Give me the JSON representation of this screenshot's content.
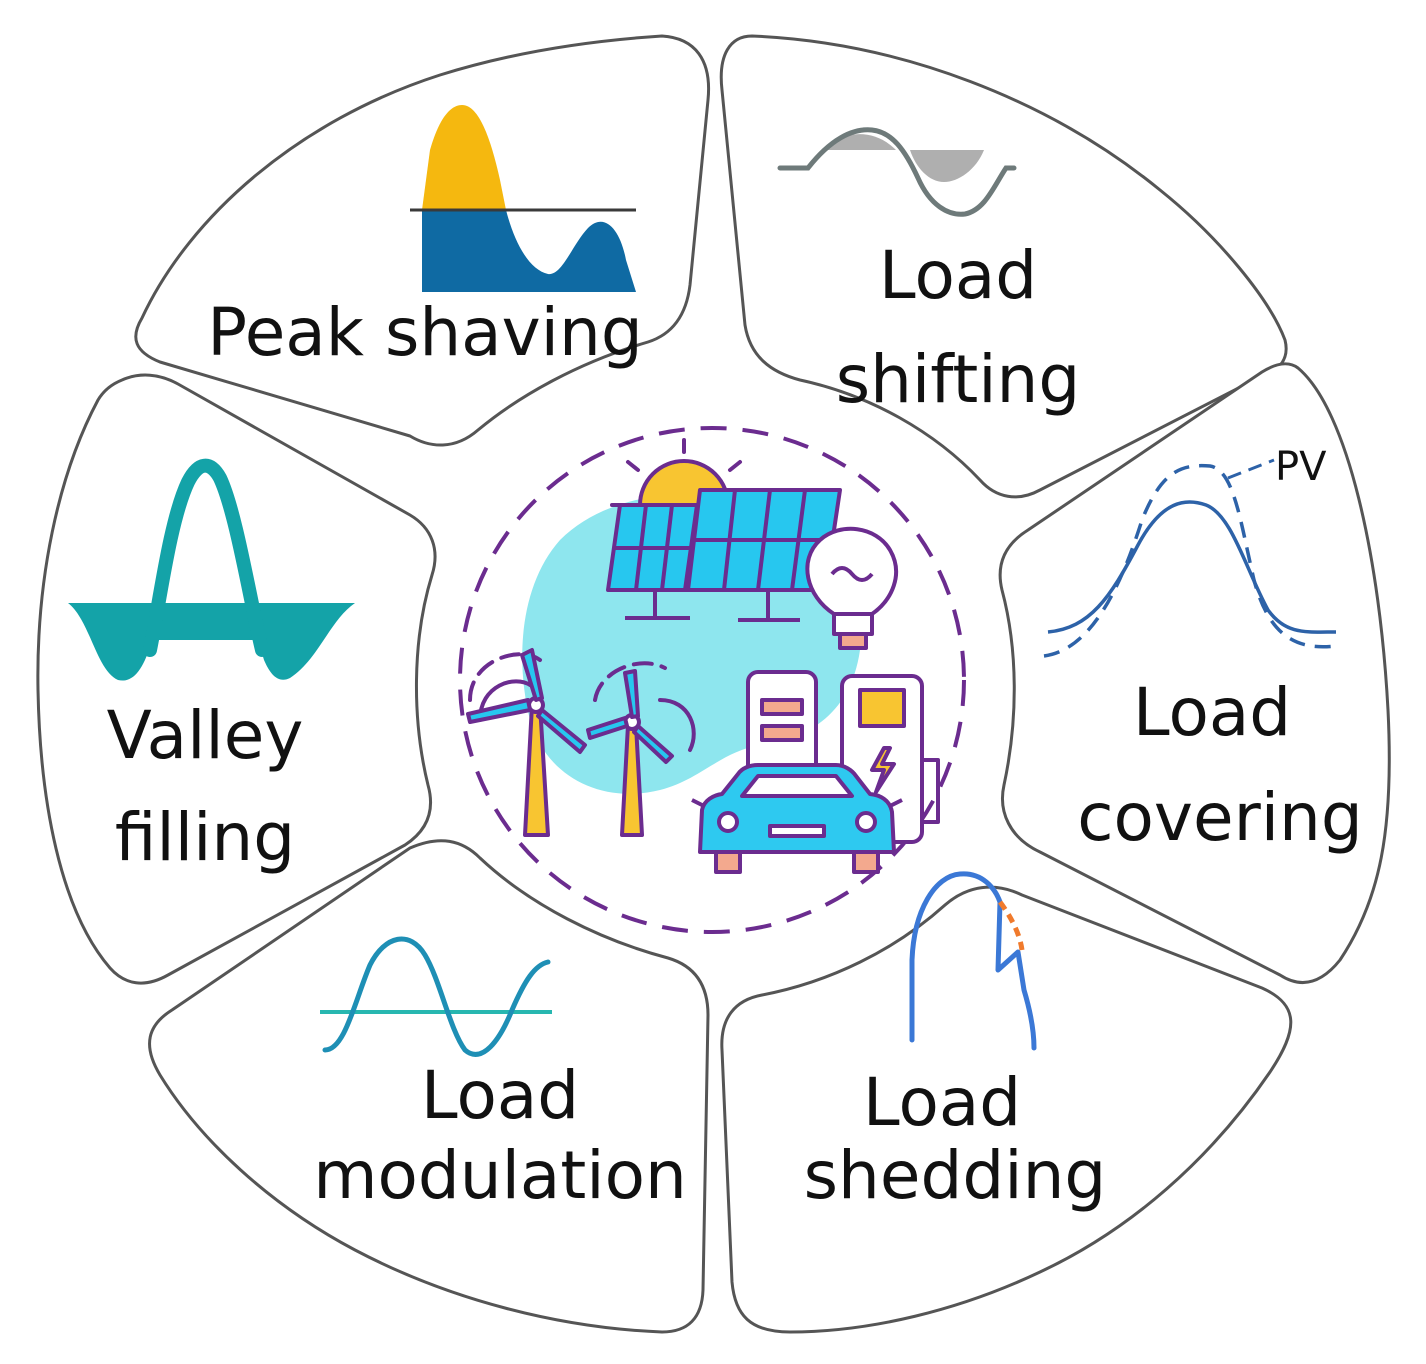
{
  "segments": {
    "peak_shaving": {
      "label": "Peak shaving"
    },
    "load_shifting": {
      "line1": "Load",
      "line2": "shifting"
    },
    "load_covering": {
      "line1": "Load",
      "line2": "covering",
      "pv_label": "PV"
    },
    "load_shedding": {
      "line1": "Load",
      "line2": "shedding"
    },
    "load_modulation": {
      "line1": "Load",
      "line2": "modulation"
    },
    "valley_filling": {
      "line1": "Valley",
      "line2": "filling"
    }
  },
  "colors": {
    "outline": "#555555",
    "peak_top": "#F5B80F",
    "peak_base": "#0F6AA3",
    "shift_fill": "#AFAFAF",
    "shift_line": "#6E7A7A",
    "covering_line": "#2D62A8",
    "shedding_line": "#3B78D6",
    "shedding_cut": "#F07A2C",
    "modulation_line": "#1E8FB5",
    "modulation_axis": "#27B7B0",
    "valley_color": "#14A3A8",
    "center_blob": "#8EE6EE",
    "center_outline": "#6B2C8F",
    "panel_fill": "#27C7EF",
    "sun_fill": "#F8C531",
    "car_fill": "#2EC9F0",
    "charger_screen": "#F8C531",
    "battery_bar": "#F3A98E"
  },
  "icons": [
    "solar-panel-icon",
    "sun-icon",
    "light-bulb-icon",
    "wind-turbine-icon",
    "electric-car-icon",
    "charging-station-icon"
  ]
}
